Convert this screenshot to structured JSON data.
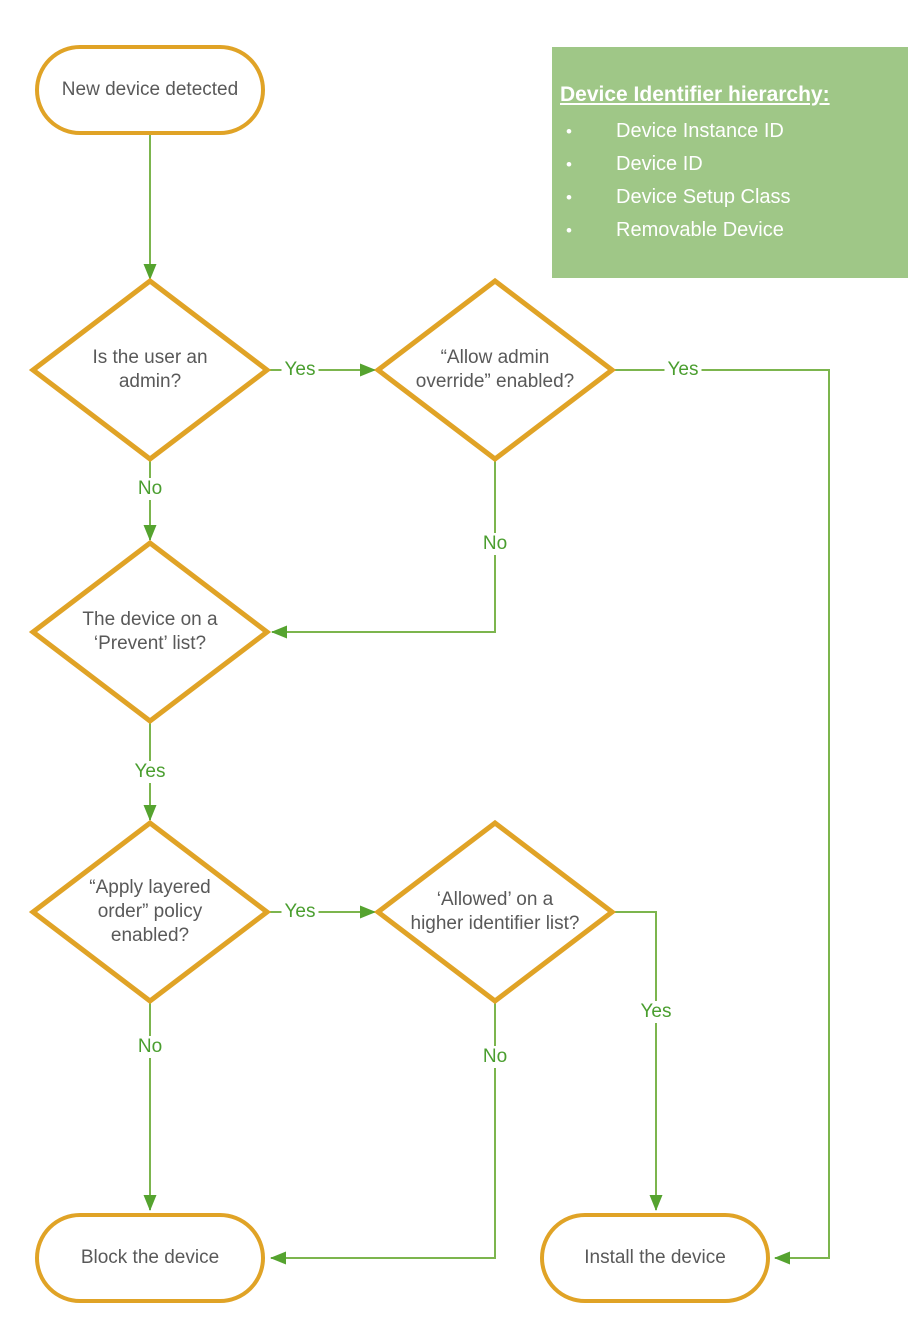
{
  "flowchart": {
    "nodes": {
      "start": {
        "label": "New device detected"
      },
      "is_admin": {
        "label": "Is the user an admin?"
      },
      "allow_override": {
        "label": "“Allow admin override” enabled?"
      },
      "prevent_list": {
        "label": "The device on a ‘Prevent’ list?"
      },
      "layered_order": {
        "label": "“Apply layered order” policy enabled?"
      },
      "higher_allowed": {
        "label": "‘Allowed’ on a higher identifier list?"
      },
      "block": {
        "label": "Block the device"
      },
      "install": {
        "label": "Install the device"
      }
    },
    "edge_labels": {
      "is_admin_yes": "Yes",
      "is_admin_no": "No",
      "allow_override_yes": "Yes",
      "allow_override_no": "No",
      "prevent_list_yes": "Yes",
      "layered_order_yes": "Yes",
      "layered_order_no": "No",
      "higher_allowed_yes": "Yes",
      "higher_allowed_no": "No"
    },
    "legend": {
      "title": "Device Identifier hierarchy:",
      "bullet": "•",
      "items": [
        "Device Instance ID",
        "Device ID",
        "Device Setup Class",
        "Removable Device"
      ]
    },
    "colors": {
      "shape_border": "#E0A326",
      "connector_line": "#7CB54E",
      "arrowhead": "#55A32F",
      "edge_label_text": "#4A9E2F",
      "node_text": "#595959",
      "legend_background": "#9FC787",
      "legend_text": "#FFFFFF"
    }
  }
}
